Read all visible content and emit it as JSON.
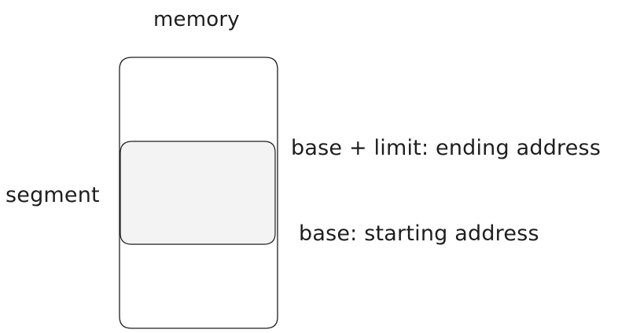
{
  "diagram": {
    "title": "memory",
    "segment_label": "segment",
    "end_label": "base + limit: ending address",
    "start_label": "base: starting address"
  },
  "colors": {
    "stroke": "#1e1e1e",
    "segment_fill": "#f3f3f3",
    "background": "#ffffff"
  }
}
